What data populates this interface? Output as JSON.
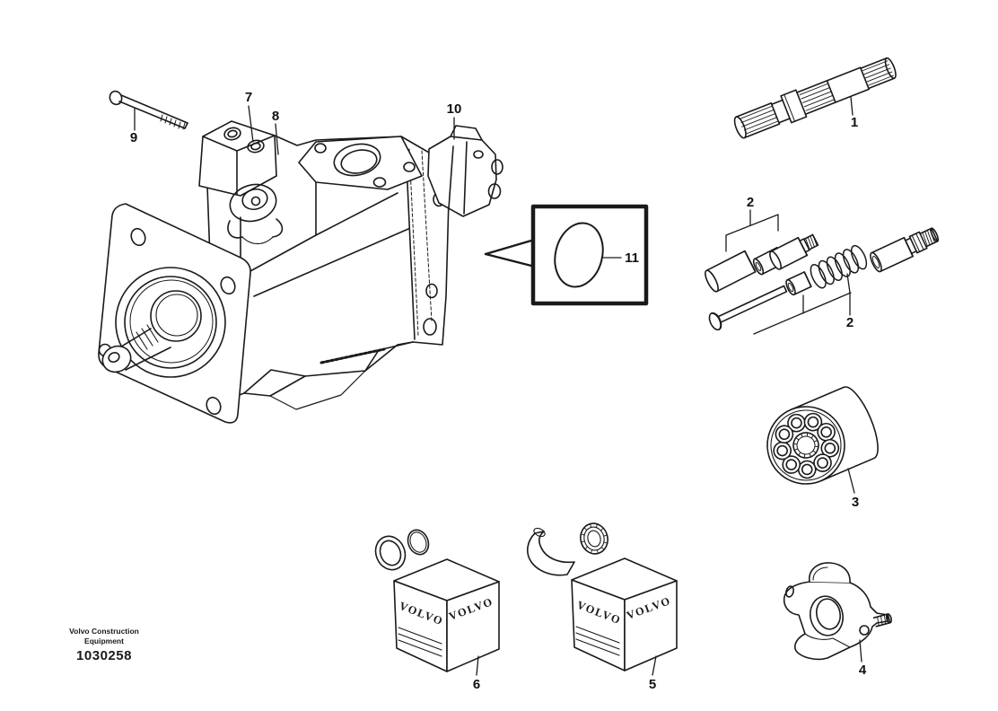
{
  "figure": {
    "background": "#ffffff",
    "ink": "#1a1a1a"
  },
  "footer": {
    "company_line1": "Volvo Construction",
    "company_line2": "Equipment",
    "figure_number": "1030258"
  },
  "brand": "VOLVO",
  "callouts": {
    "drive_shaft": "1",
    "valve_parts_upper": "2",
    "valve_parts_lower": "2",
    "cylinder_block": "3",
    "bearing_bracket": "4",
    "seal_kit_right_box": "5",
    "seal_kit_left_box": "6",
    "housing_cover": "7",
    "housing_plate": "8",
    "flange_screw": "9",
    "end_fitting": "10",
    "o_ring": "11"
  }
}
